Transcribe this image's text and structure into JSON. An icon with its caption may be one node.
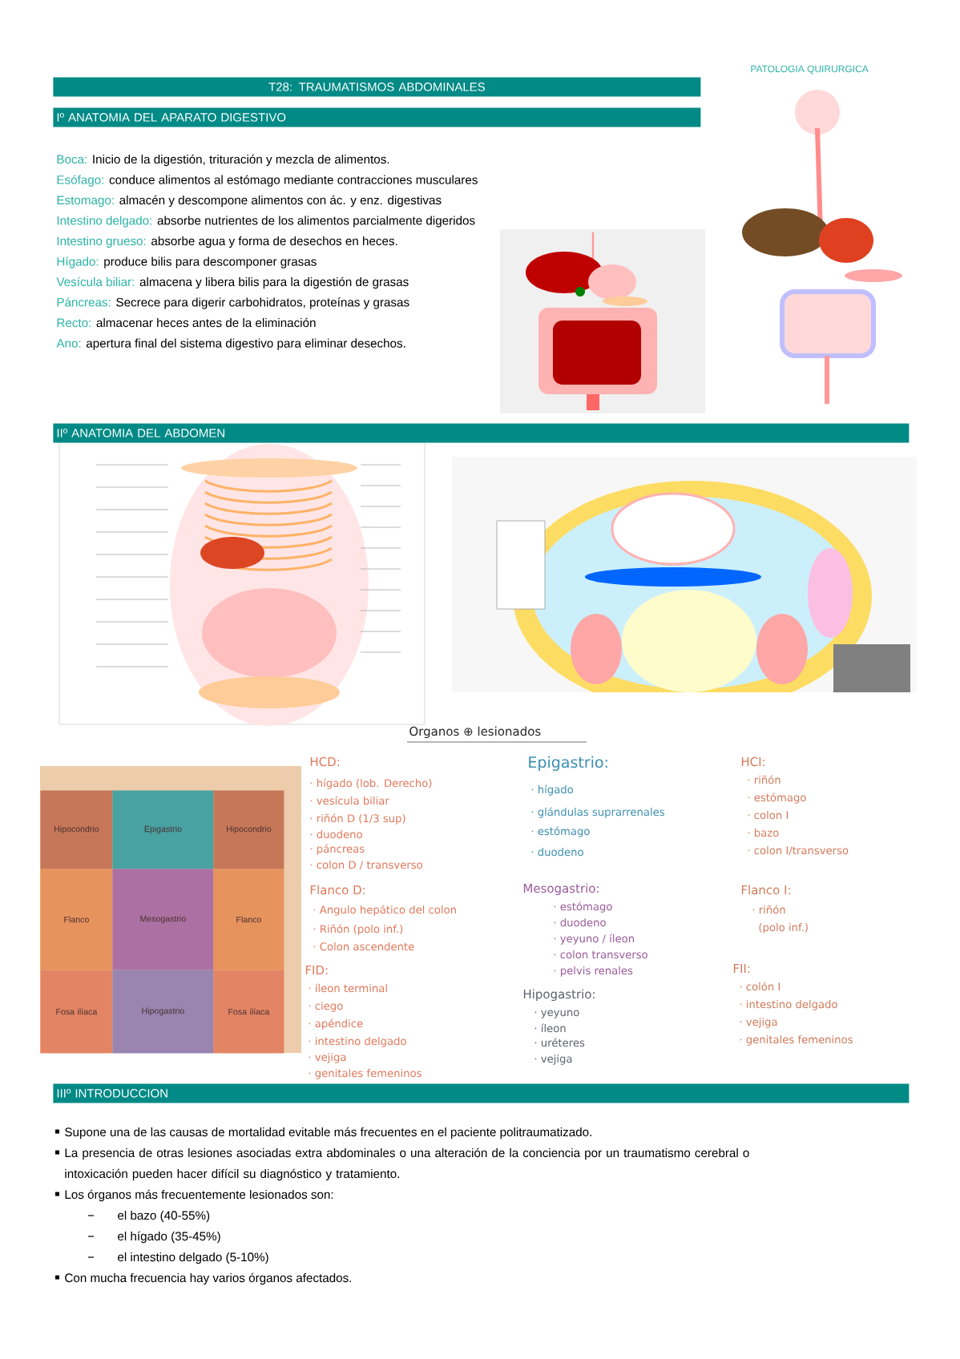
{
  "diagram": {
    "nodes": [
      {
        "text": [
          "T28: TRAUMATISMOS ABDOMINALES"
        ]
      },
      {
        "text": [
          "Iº ANATOMIA DEL APARATO DIGESTIVO"
        ]
      },
      {
        "text": [
          "IIº ANATOMIA DEL ABDOMEN"
        ]
      },
      {
        "text": [
          "IIIº INTRODUCCION"
        ]
      },
      {
        "text": [
          "Hipocondrio"
        ]
      },
      {
        "text": [
          "Epigastrio"
        ]
      },
      {
        "text": [
          "Hipocondrio"
        ]
      },
      {
        "text": [
          "Flanco"
        ]
      },
      {
        "text": [
          "Mesogastrio"
        ]
      },
      {
        "text": [
          "Flanco"
        ]
      },
      {
        "text": [
          "Fosa ilíaca"
        ]
      },
      {
        "text": [
          "Hipogastrio"
        ]
      },
      {
        "text": [
          "Fosa ilíaca"
        ]
      }
    ],
    "edges": [],
    "labels": [
      "PATOLOGIA QUIRURGICA",
      "Boca:",
      "Inicio de la digestión, trituración y mezcla de alimentos.",
      "Esófago:",
      "conduce alimentos al estómago mediante contracciones musculares",
      "Estomago:",
      "almacén y descompone alimentos con ác. y enz. digestivas",
      "Intestino delgado:",
      "absorbe nutrientes de los alimentos parcialmente digeridos",
      "Intestino grueso:",
      "absorbe agua y forma de desechos en heces.",
      "Hígado:",
      "produce bilis para descomponer grasas",
      "Vesícula biliar:",
      "almacena y libera bilis para la digestión de grasas",
      "Páncreas:",
      "Secrece para digerir carbohidratos, proteínas y grasas",
      "Recto:",
      "almacenar heces antes de la eliminación",
      "Ano:",
      "apertura final del sistema digestivo para eliminar desechos.",
      "Organos ⊕ lesionados",
      "HCD:",
      "· hígado (lob. Derecho)",
      "· vesícula biliar",
      "· riñón D (1/3 sup)",
      "· duodeno",
      "· páncreas",
      "· colon D / transverso",
      "Flanco D:",
      "· Angulo hepático del colon",
      "· Riñón (polo inf.)",
      "· Colon ascendente",
      "FID:",
      "· íleon terminal",
      "· ciego",
      "· apéndice",
      "· intestino delgado",
      "· vejiga",
      "· genitales femeninos",
      "Epigastrio:",
      "· hígado",
      "· glándulas suprarrenales",
      "· estómago",
      "· duodeno",
      "Mesogastrio:",
      "· estómago",
      "· duodeno",
      "· yeyuno / íleon",
      "· colon transverso",
      "· pelvis renales",
      "Hipogastrio:",
      "· yeyuno",
      "· íleon",
      "· uréteres",
      "· vejiga",
      "HCI:",
      "· riñón",
      "· estómago",
      "· colon I",
      "· bazo",
      "· colon I/transverso",
      "Flanco I:",
      "· riñón",
      "(polo inf.)",
      "FII:",
      "· colón I",
      "· intestino delgado",
      "· vejiga",
      "· genitales femeninos",
      "Supone una de las causas de mortalidad evitable más frecuentes en el paciente politraumatizado.",
      "La presencia de otras lesiones asociadas extra abdominales o una alteración de la conciencia por un traumatismo cerebral o intoxicación pueden hacer difícil su diagnóstico y tratamiento.",
      "Los órganos más frecuentemente lesionados son:",
      "el bazo (40-55%)",
      "el hígado (35-45%)",
      "el intestino delgado (5-10%)",
      "Con mucha frecuencia hay varios órganos afectados."
    ]
  }
}
